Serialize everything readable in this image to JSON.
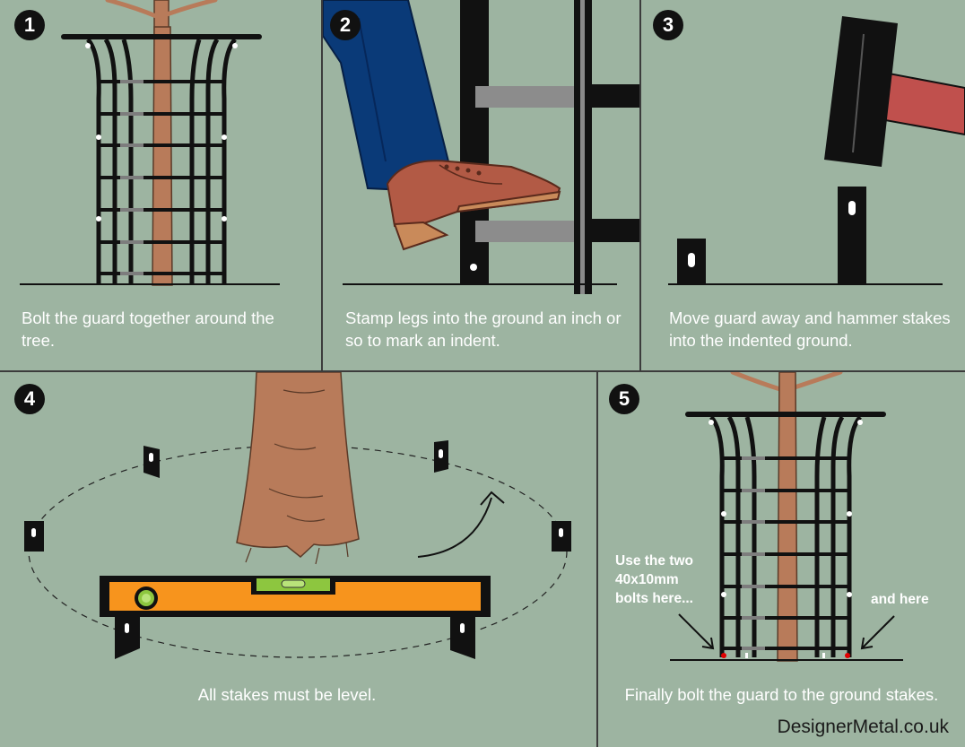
{
  "colors": {
    "background": "#9db4a1",
    "frame": "#111111",
    "bark": "#b87b5a",
    "bark_outline": "#5a3a28",
    "level_body": "#f7941d",
    "bubble_vial": "#8dc63f",
    "trousers": "#0a3a78",
    "boot": "#b25a45",
    "handle": "#c0504d",
    "bolt_mark": "#e00000"
  },
  "steps": [
    {
      "number": "1",
      "caption": "Bolt the guard together around the tree."
    },
    {
      "number": "2",
      "caption": "Stamp legs into the ground an inch or so to mark an indent."
    },
    {
      "number": "3",
      "caption": "Move guard away and hammer stakes into the indented ground."
    },
    {
      "number": "4",
      "caption": "All stakes must be level."
    },
    {
      "number": "5",
      "caption": "Finally bolt the guard to the ground stakes."
    }
  ],
  "annotations": {
    "bolts_left": "Use the two 40x10mm bolts here...",
    "bolts_right": "and here"
  },
  "brand": "DesignerMetal.co.uk",
  "icons": [
    "tree-guard-icon",
    "boot-icon",
    "mallet-icon",
    "spirit-level-icon",
    "rotate-arrow-icon",
    "pointer-arrow-icon"
  ]
}
